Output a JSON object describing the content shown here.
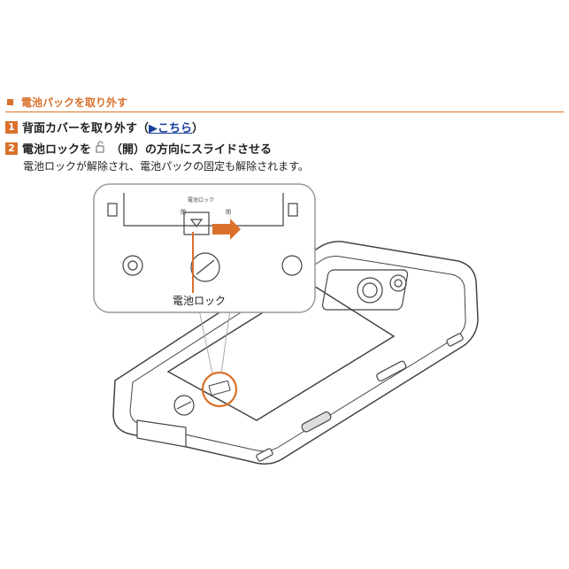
{
  "section": {
    "title": "電池パックを取り外す"
  },
  "steps": [
    {
      "num": "1",
      "text": "背面カバーを取り外す（",
      "link": "▶こちら",
      "text_after": "）"
    },
    {
      "num": "2",
      "text_before": "電池ロックを",
      "text_after": "（開）の方向にスライドさせる",
      "lock_icon": "unlock-icon"
    }
  ],
  "step2_desc": "電池ロックが解除され、電池パックの固定も解除されます。",
  "illustration": {
    "callout_label": "電池ロック",
    "zoom_title": "電池ロック",
    "zoom_close": "閉",
    "zoom_open": "開"
  },
  "colors": {
    "accent": "#d9712a",
    "link": "#1a3f9c"
  }
}
